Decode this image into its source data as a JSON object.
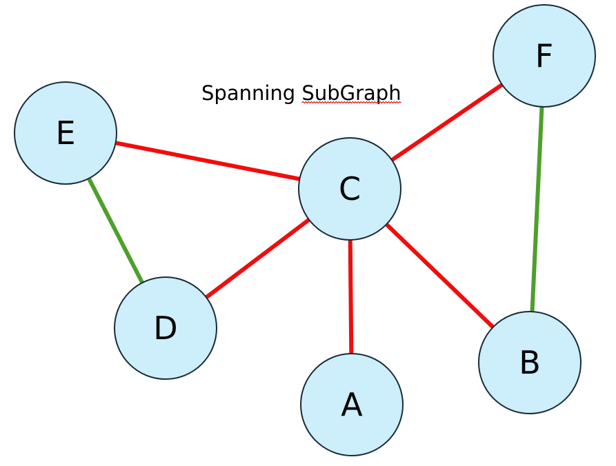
{
  "title": {
    "prefix": "Spanning ",
    "underlined": "SubGraph"
  },
  "colors": {
    "node_fill": "#cdeefb",
    "node_stroke": "#1a2a36",
    "red_edge": "#f00d0d",
    "green_edge": "#4e9f2c",
    "spellcheck_underline": "#e01010"
  },
  "nodes": [
    {
      "id": "A",
      "label": "A"
    },
    {
      "id": "B",
      "label": "B"
    },
    {
      "id": "C",
      "label": "C"
    },
    {
      "id": "D",
      "label": "D"
    },
    {
      "id": "E",
      "label": "E"
    },
    {
      "id": "F",
      "label": "F"
    }
  ],
  "edges": [
    {
      "from": "E",
      "to": "C",
      "color": "red"
    },
    {
      "from": "C",
      "to": "F",
      "color": "red"
    },
    {
      "from": "C",
      "to": "D",
      "color": "red"
    },
    {
      "from": "C",
      "to": "A",
      "color": "red"
    },
    {
      "from": "C",
      "to": "B",
      "color": "red"
    },
    {
      "from": "E",
      "to": "D",
      "color": "green"
    },
    {
      "from": "F",
      "to": "B",
      "color": "green"
    }
  ]
}
